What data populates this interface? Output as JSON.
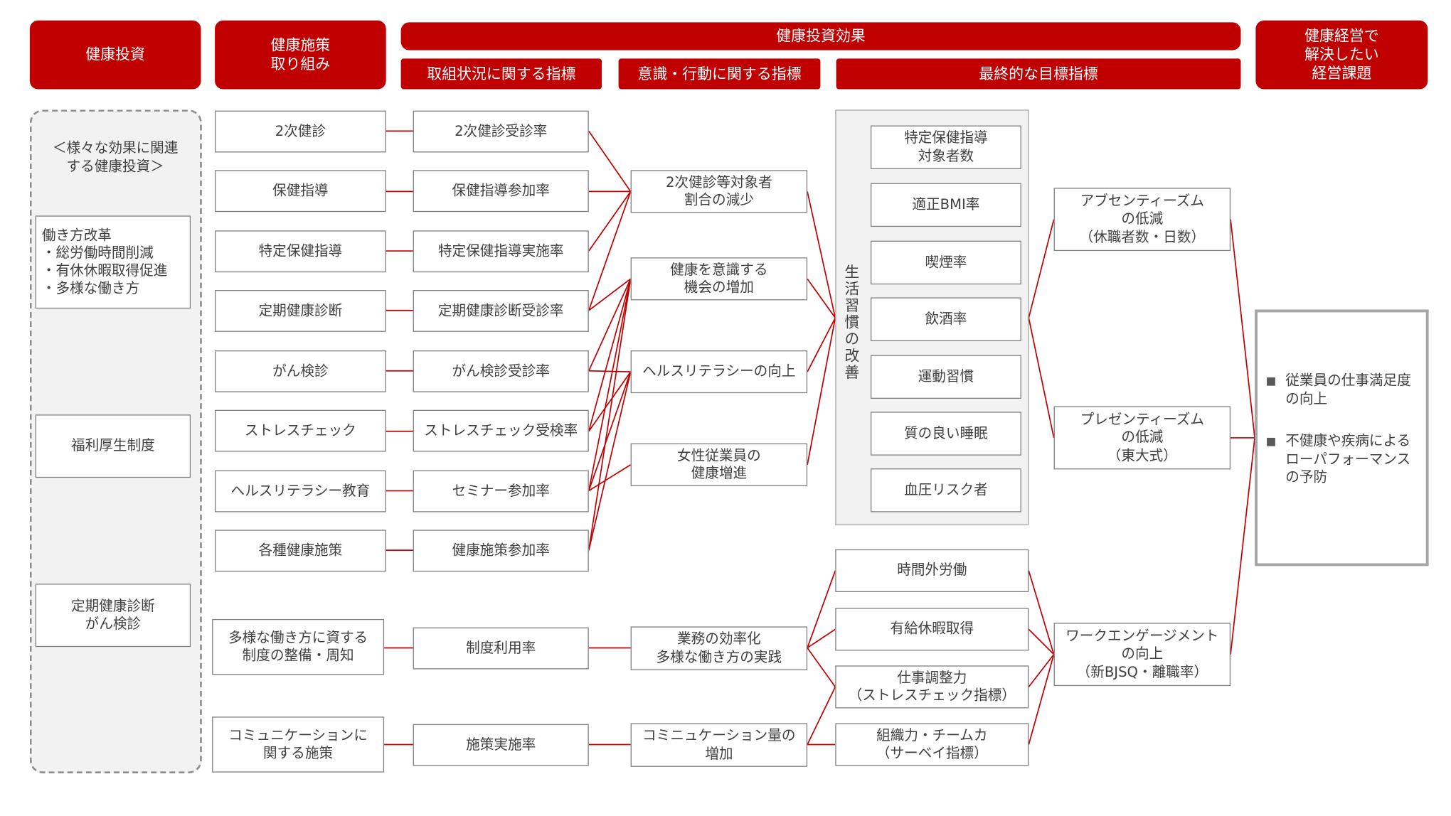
{
  "headers": {
    "investment": "健康投資",
    "measures": "健康施策\n取り組み",
    "effect": "健康投資効果",
    "sub_initiative": "取組状況に関する指標",
    "sub_awareness": "意識・行動に関する指標",
    "sub_final": "最終的な目標指標",
    "management": "健康経営で\n解決したい\n経営課題"
  },
  "investment_panel": {
    "note": "＜様々な効果に関連\nする健康投資＞",
    "work_style": "働き方改革\n・総労働時間削減\n・有休休暇取得促進\n・多様な働き方",
    "welfare": "福利厚生制度",
    "checkups": "定期健康診断\nがん検診"
  },
  "measures": [
    "2次健診",
    "保健指導",
    "特定保健指導",
    "定期健康診断",
    "がん検診",
    "ストレスチェック",
    "ヘルスリテラシー教育",
    "各種健康施策",
    "多様な働き方に資する\n制度の整備・周知",
    "コミュニケーションに\n関する施策"
  ],
  "initiative_indicators": [
    "2次健診受診率",
    "保健指導参加率",
    "特定保健指導実施率",
    "定期健康診断受診率",
    "がん検診受診率",
    "ストレスチェック受検率",
    "セミナー参加率",
    "健康施策参加率",
    "制度利用率",
    "施策実施率"
  ],
  "awareness_indicators": [
    "2次健診等対象者\n割合の減少",
    "健康を意識する\n機会の増加",
    "ヘルスリテラシーの向上",
    "女性従業員の\n健康増進",
    "業務の効率化\n多様な働き方の実践",
    "コミニュケーション量の\n増加"
  ],
  "lifestyle": {
    "label": "生活習慣の改善",
    "items": [
      "特定保健指導\n対象者数",
      "適正BMI率",
      "喫煙率",
      "飲酒率",
      "運動習慣",
      "質の良い睡眠",
      "血圧リスク者"
    ]
  },
  "work_indicators": [
    "時間外労働",
    "有給休暇取得",
    "仕事調整力\n（ストレスチェック指標）",
    "組織力・チームカ\n（サーベイ指標）"
  ],
  "final_goals": [
    "アブセンティーズム\nの低減\n（休職者数・日数）",
    "プレゼンティーズム\nの低減\n（東大式）",
    "ワークエンゲージメント\nの向上\n（新BJSQ・離職率）"
  ],
  "management_issues": [
    "従業員の仕事満足度\nの向上",
    "不健康や疾病による\nローパフォーマンス\nの予防"
  ],
  "colors": {
    "accent": "#c00000",
    "border": "#7f7f7f",
    "panel": "#f2f2f2"
  }
}
